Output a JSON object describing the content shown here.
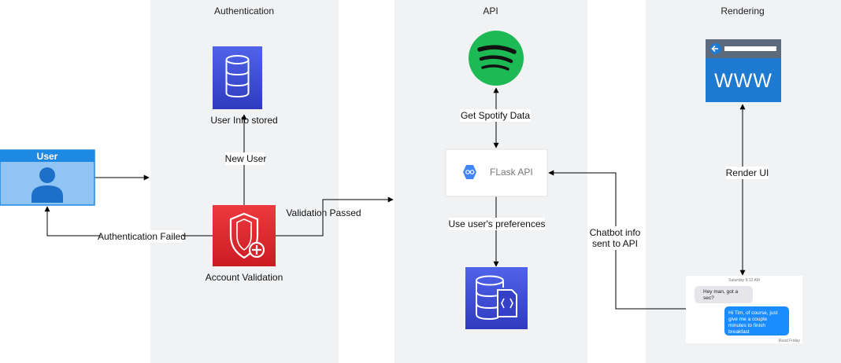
{
  "lanes": {
    "authentication": "Authentication",
    "api": "API",
    "rendering": "Rendering"
  },
  "nodes": {
    "user": "User",
    "user_info": "User Info stored",
    "account_validation": "Account Validation",
    "flask_api": "FLask API"
  },
  "edges": {
    "new_user": "New User",
    "auth_failed": "Authentication Failed",
    "validation_passed": "Validation Passed",
    "get_spotify": "Get Spotify Data",
    "use_prefs": "Use user's preferences",
    "chatbot_line1": "Chatbot info",
    "chatbot_line2": "sent to API",
    "render_ui": "Render UI"
  },
  "browser": {
    "www": "WWW"
  },
  "chat": {
    "time": "Saturday 9:12 AM",
    "msg1_line1": "Hey man, got a",
    "msg1_line2": "sec?",
    "msg2_line1": "Hi Tim, of course, just",
    "msg2_line2": "give me a couple",
    "msg2_line3": "minutes to finish",
    "msg2_line4": "breakfast",
    "read": "Read Friday"
  },
  "colors": {
    "lane_bg": "#f1f2f4",
    "user_header": "#1e88e5",
    "user_body": "#90c5f3",
    "db_blue": "#3d4ed6",
    "validation_red": "#e0282f",
    "spotify_green": "#1db954",
    "browser_blue": "#1e7ad0",
    "chat_blue": "#1a8cff"
  }
}
